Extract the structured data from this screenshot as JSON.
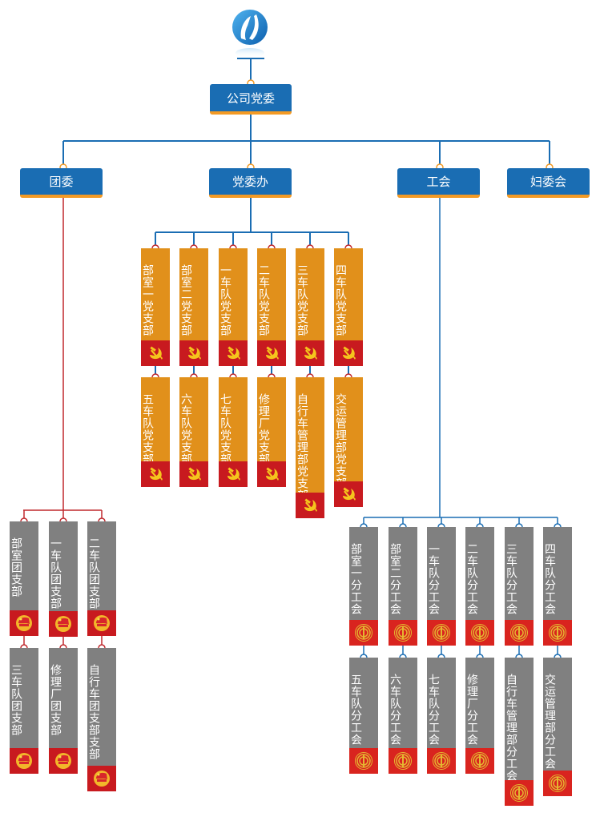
{
  "title": "公司党委",
  "colors": {
    "primary_blue": "#1a6db3",
    "accent_orange": "#f39a24",
    "party_card": "#e1901b",
    "gray_card": "#808080",
    "emblem_red": "#c81a1f",
    "youth_line": "#c0282d"
  },
  "logo": {
    "icon": "company-logo-icon"
  },
  "root": {
    "label": "公司党委"
  },
  "level1": [
    {
      "label": "团委"
    },
    {
      "label": "党委办"
    },
    {
      "label": "工会"
    },
    {
      "label": "妇委会"
    }
  ],
  "party_branches": {
    "icon": "hammer-sickle-icon",
    "row1": [
      {
        "label": "部室一党支部"
      },
      {
        "label": "部室二党支部"
      },
      {
        "label": "一车队党支部"
      },
      {
        "label": "二车队党支部"
      },
      {
        "label": "三车队党支部"
      },
      {
        "label": "四车队党支部"
      }
    ],
    "row2": [
      {
        "label": "五车队党支部"
      },
      {
        "label": "六车队党支部"
      },
      {
        "label": "七车队党支部"
      },
      {
        "label": "修理厂党支部"
      },
      {
        "label": "自行车管理部党支部"
      },
      {
        "label": "交运管理部党支部"
      }
    ]
  },
  "youth_branches": {
    "icon": "youth-league-emblem-icon",
    "row1": [
      {
        "label": "部室团支部"
      },
      {
        "label": "一车队团支部"
      },
      {
        "label": "二车队团支部"
      }
    ],
    "row2": [
      {
        "label": "三车队团支部"
      },
      {
        "label": "修理厂团支部"
      },
      {
        "label": "自行车团支部支部"
      }
    ]
  },
  "union_branches": {
    "icon": "trade-union-emblem-icon",
    "row1": [
      {
        "label": "部室一分工会"
      },
      {
        "label": "部室二分工会"
      },
      {
        "label": "一车队分工会"
      },
      {
        "label": "二车队分工会"
      },
      {
        "label": "三车队分工会"
      },
      {
        "label": "四车队分工会"
      }
    ],
    "row2": [
      {
        "label": "五车队分工会"
      },
      {
        "label": "六车队分工会"
      },
      {
        "label": "七车队分工会"
      },
      {
        "label": "修理厂分工会"
      },
      {
        "label": "自行车管理部分工会"
      },
      {
        "label": "交运管理部分工会"
      }
    ]
  }
}
